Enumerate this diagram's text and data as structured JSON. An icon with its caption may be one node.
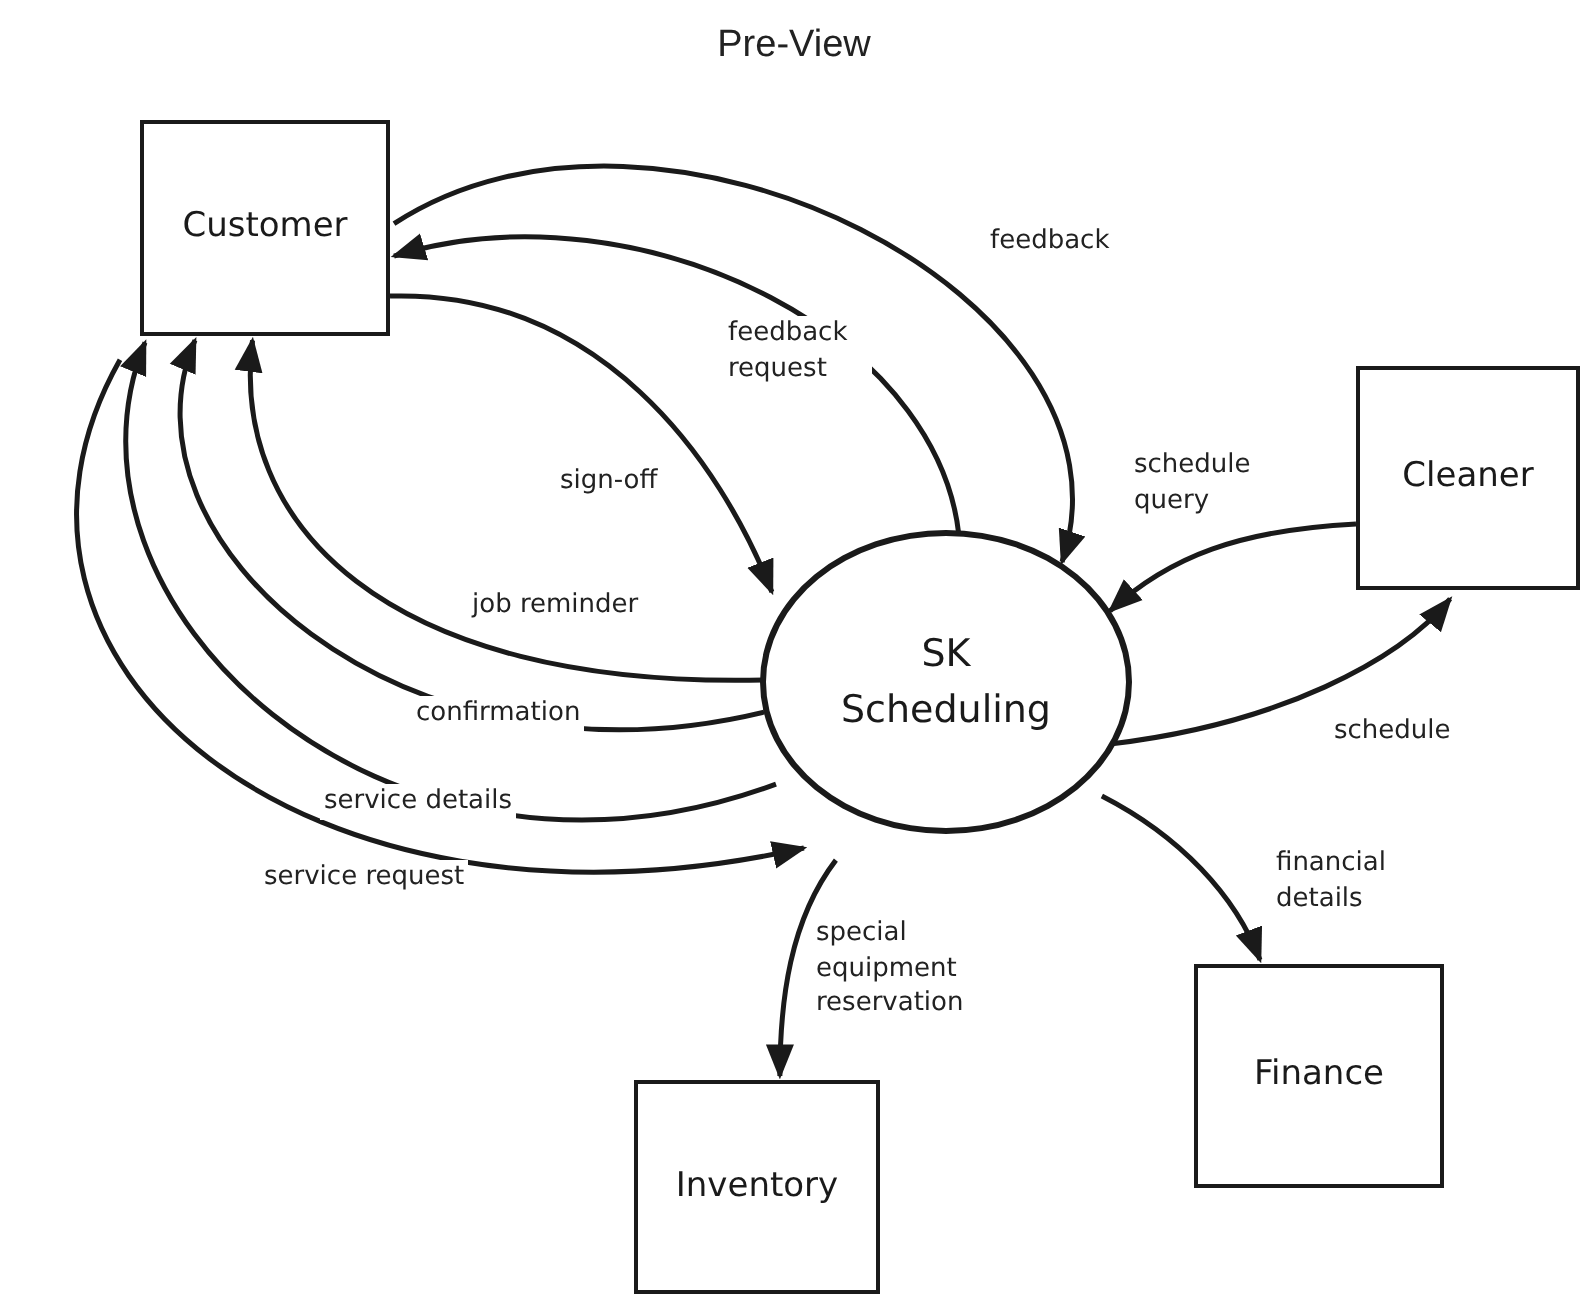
{
  "diagram": {
    "title": "Pre-View",
    "nodes": [
      {
        "text": [
          "Customer"
        ]
      },
      {
        "text": [
          "SK Scheduling"
        ]
      },
      {
        "text": [
          "Cleaner"
        ]
      },
      {
        "text": [
          "Finance"
        ]
      },
      {
        "text": [
          "Inventory"
        ]
      }
    ],
    "edges": [
      {
        "from": 0,
        "to": 1,
        "arrow": "to",
        "label": "sign-off"
      },
      {
        "from": 1,
        "to": 0,
        "arrow": "to",
        "label": "feedback request"
      },
      {
        "from": 0,
        "to": 1,
        "arrow": "to",
        "label": "feedback"
      },
      {
        "from": 1,
        "to": 0,
        "arrow": "to",
        "label": "job reminder"
      },
      {
        "from": 1,
        "to": 0,
        "arrow": "to",
        "label": "confirmation"
      },
      {
        "from": 1,
        "to": 0,
        "arrow": "to",
        "label": "service details"
      },
      {
        "from": 0,
        "to": 1,
        "arrow": "to",
        "label": "service request"
      },
      {
        "from": 2,
        "to": 1,
        "arrow": "to",
        "label": "schedule query"
      },
      {
        "from": 1,
        "to": 2,
        "arrow": "to",
        "label": "schedule"
      },
      {
        "from": 1,
        "to": 3,
        "arrow": "to",
        "label": "financial details"
      },
      {
        "from": 1,
        "to": 4,
        "arrow": "to",
        "label": "special equipment reservation"
      }
    ]
  }
}
